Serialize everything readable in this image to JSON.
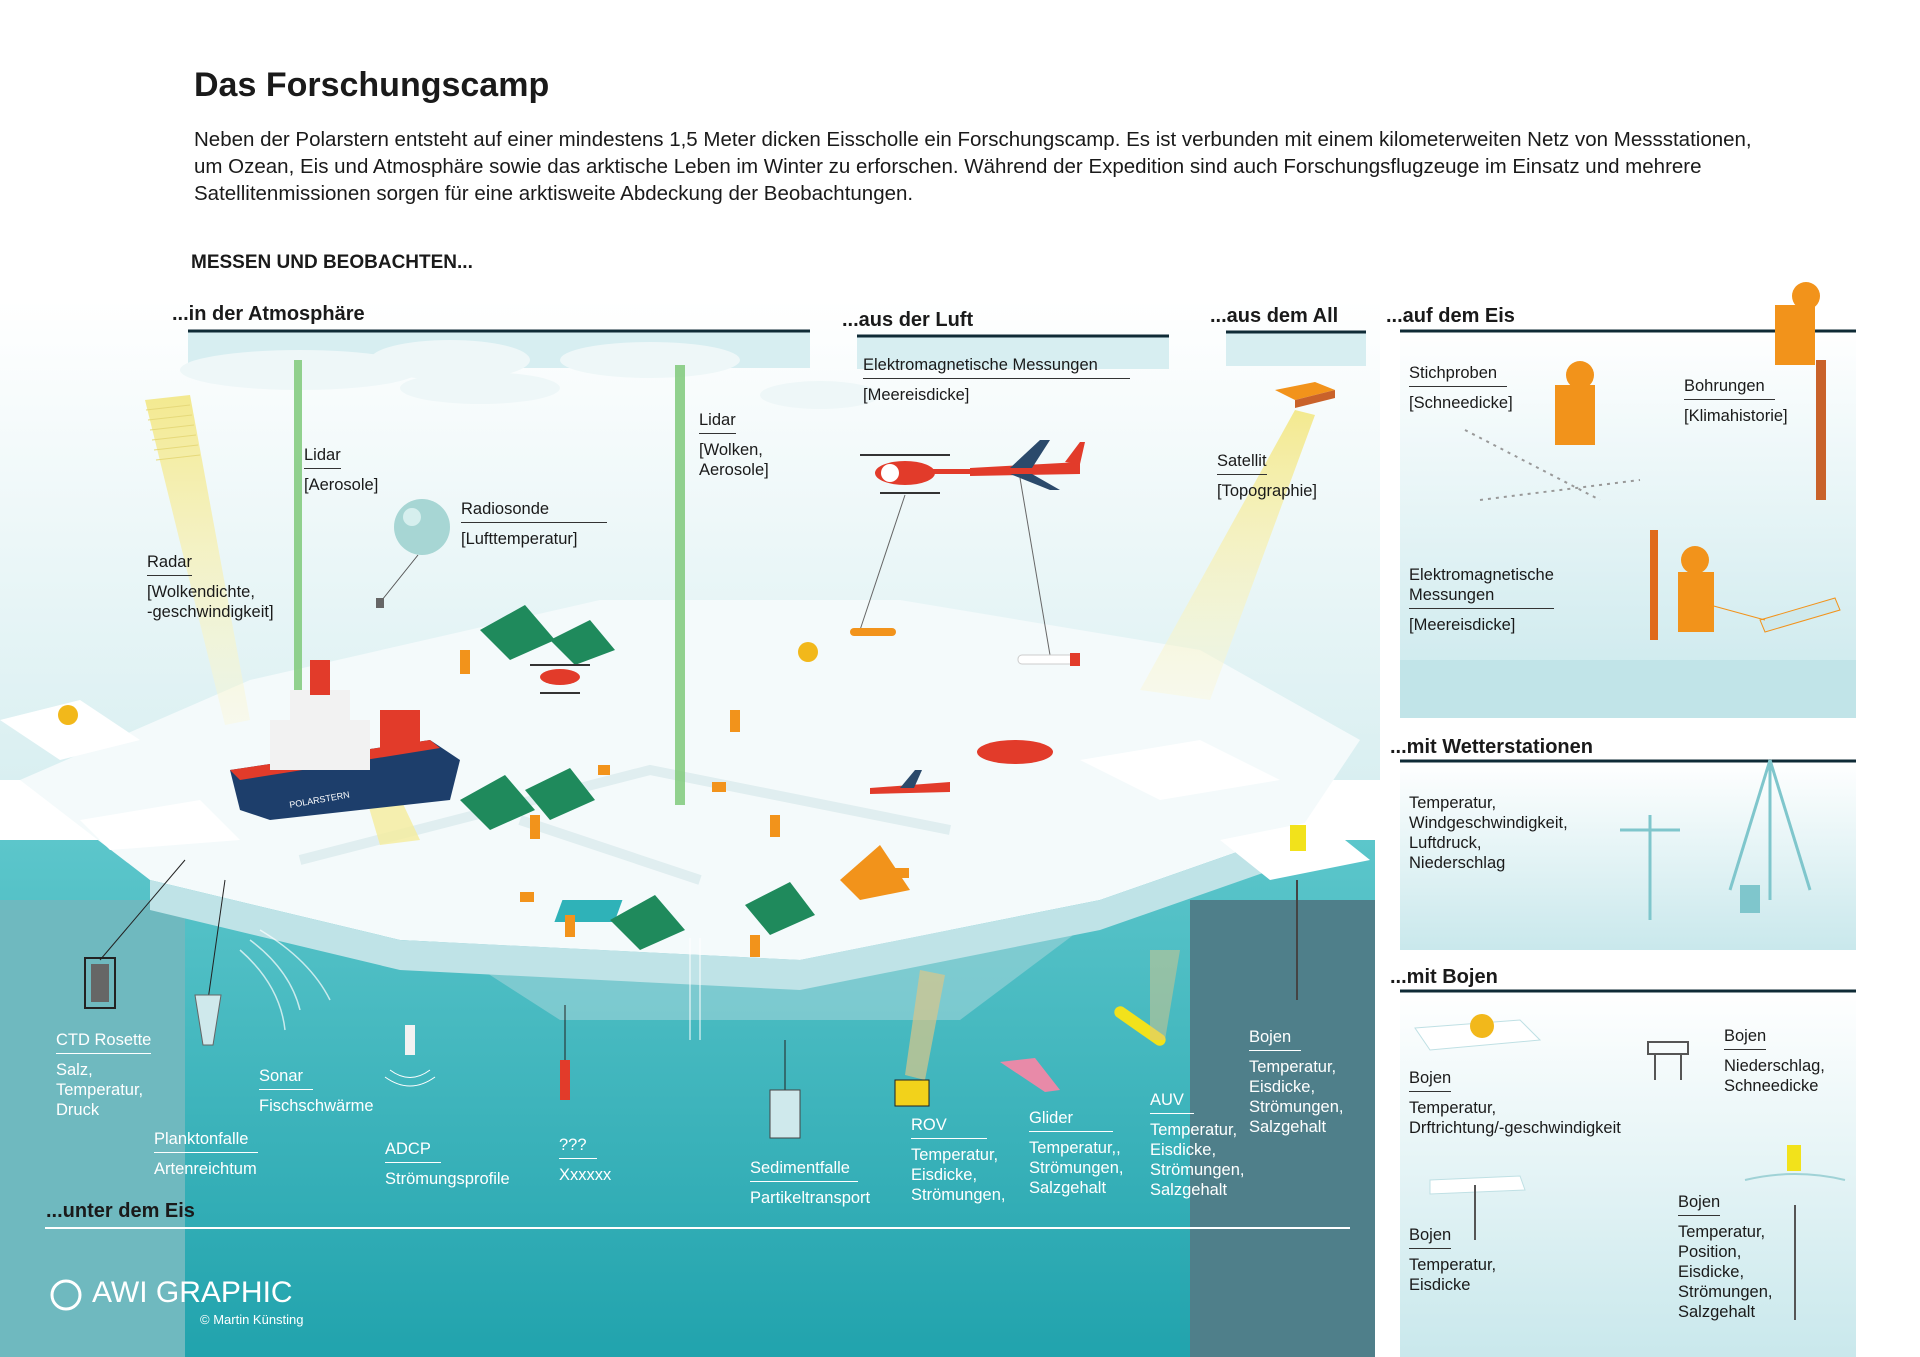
{
  "header": {
    "title": "Das Forschungscamp",
    "intro": "Neben der Polarstern entsteht auf einer mindestens 1,5 Meter dicken Eisscholle ein Forschungscamp. Es ist verbunden mit einem kilometerweiten Netz von Messstationen, um Ozean, Eis und Atmosphäre sowie das arktische Leben im Winter zu erforschen. Während der Expedition sind auch Forschungsflugzeuge im Einsatz und mehrere Satellitenmissionen sorgen für eine arktisweite Abdeckung der Beobachtungen.",
    "section_title": "MESSEN UND BEOBACHTEN..."
  },
  "groups": {
    "atmosphere": "...in der Atmosphäre",
    "air": "...aus der Luft",
    "space": "...aus dem All",
    "ice": "...auf dem Eis",
    "weather": "...mit Wetterstationen",
    "buoys": "...mit Bojen",
    "under_ice": "...unter dem Eis"
  },
  "labels": {
    "lidar1": {
      "name": "Lidar",
      "desc": "[Aerosole]"
    },
    "radiosonde": {
      "name": "Radiosonde",
      "desc": "[Lufttemperatur]"
    },
    "radar": {
      "name": "Radar",
      "desc": "[Wolkendichte,\n-geschwindigkeit]"
    },
    "lidar2": {
      "name": "Lidar",
      "desc": "[Wolken,\nAerosole]"
    },
    "em_air": {
      "name": "Elektromagnetische Messungen",
      "desc": "[Meereisdicke]"
    },
    "satellit": {
      "name": "Satellit",
      "desc": "[Topographie]"
    },
    "stichproben": {
      "name": "Stichproben",
      "desc": "[Schneedicke]"
    },
    "bohrungen": {
      "name": "Bohrungen",
      "desc": "[Klimahistorie]"
    },
    "em_ice": {
      "name": "Elektromagnetische\nMessungen",
      "desc": "[Meereisdicke]"
    },
    "wetter": {
      "desc": "Temperatur,\nWindgeschwindigkeit,\nLuftdruck,\nNiederschlag"
    },
    "boje1": {
      "name": "Bojen",
      "desc": "Temperatur,\nDrftrichtung/-geschwindigkeit"
    },
    "boje2": {
      "name": "Bojen",
      "desc": "Niederschlag,\nSchneedicke"
    },
    "boje3": {
      "name": "Bojen",
      "desc": "Temperatur,\nEisdicke"
    },
    "boje4": {
      "name": "Bojen",
      "desc": "Temperatur,\nPosition,\nEisdicke,\nStrömungen,\nSalzgehalt"
    },
    "ctd": {
      "name": "CTD Rosette",
      "desc": "Salz,\nTemperatur,\nDruck"
    },
    "sonar": {
      "name": "Sonar",
      "desc": "Fischschwärme"
    },
    "plankton": {
      "name": "Planktonfalle",
      "desc": "Artenreichtum"
    },
    "adcp": {
      "name": "ADCP",
      "desc": "Strömungsprofile"
    },
    "unknown": {
      "name": "???",
      "desc": "Xxxxxx"
    },
    "sediment": {
      "name": "Sedimentfalle",
      "desc": "Partikeltransport"
    },
    "rov": {
      "name": "ROV",
      "desc": "Temperatur,\nEisdicke,\nStrömungen,"
    },
    "glider": {
      "name": "Glider",
      "desc": "Temperatur,,\nStrömungen,\nSalzgehalt"
    },
    "auv": {
      "name": "AUV",
      "desc": "Temperatur,\nEisdicke,\nStrömungen,\nSalzgehalt"
    },
    "bojen_under": {
      "name": "Bojen",
      "desc": "Temperatur,\nEisdicke,\nStrömungen,\nSalzgehalt"
    }
  },
  "ship_name": "POLARSTERN",
  "logo": {
    "text": "AWI GRAPHIC",
    "credit": "© Martin Künsting"
  },
  "colors": {
    "ocean": "#2fb2b8",
    "ocean_deep": "#1f8e99",
    "ice": "#f4fafb",
    "tent": "#1f8a5c",
    "suit": "#f2931b",
    "beam": "#f5ec9c"
  }
}
